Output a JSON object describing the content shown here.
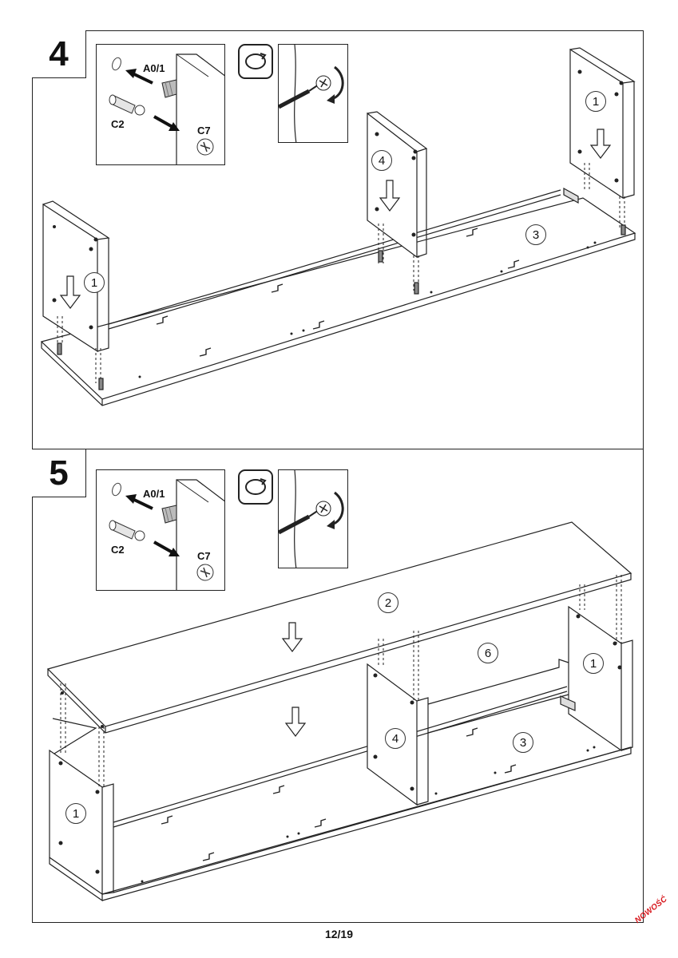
{
  "steps": [
    {
      "number": "4",
      "inset_labels": {
        "dowel": "A0/1",
        "cam_bolt": "C2",
        "cam_lock": "C7"
      },
      "parts": [
        "1",
        "4",
        "1",
        "3"
      ]
    },
    {
      "number": "5",
      "inset_labels": {
        "dowel": "A0/1",
        "cam_bolt": "C2",
        "cam_lock": "C7"
      },
      "parts": [
        "2",
        "6",
        "1",
        "4",
        "3",
        "1"
      ]
    }
  ],
  "page_number": "12/19",
  "stamp": "NOWOŚĆ",
  "icons": [
    "screw-rotate-icon",
    "screwdriver-icon",
    "down-arrow-icon"
  ],
  "colors": {
    "line": "#222222",
    "stamp": "#d7141a"
  }
}
